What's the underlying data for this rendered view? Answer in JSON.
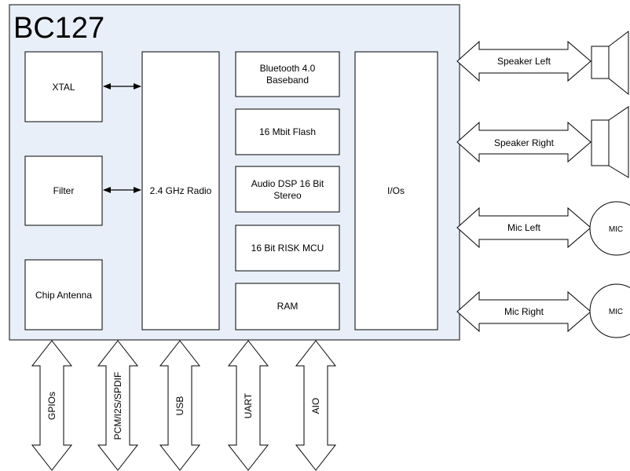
{
  "chip": {
    "title": "BC127"
  },
  "blocks": {
    "xtal": "XTAL",
    "filter": "Filter",
    "antenna": "Chip Antenna",
    "radio": "2.4 GHz Radio",
    "bt_line1": "Bluetooth 4.0",
    "bt_line2": "Baseband",
    "flash": "16 Mbit Flash",
    "dsp_line1": "Audio DSP 16 Bit",
    "dsp_line2": "Stereo",
    "mcu": "16 Bit RISK MCU",
    "ram": "RAM",
    "ios": "I/Os"
  },
  "outputs": {
    "speaker_left": "Speaker Left",
    "speaker_right": "Speaker Right",
    "mic_left": "Mic Left",
    "mic_right": "Mic Right",
    "mic_label": "MIC"
  },
  "buses": {
    "gpios": "GPIOs",
    "pcm": "PCM/I2S/SPDIF",
    "usb": "USB",
    "uart": "UART",
    "aio": "AIO"
  }
}
